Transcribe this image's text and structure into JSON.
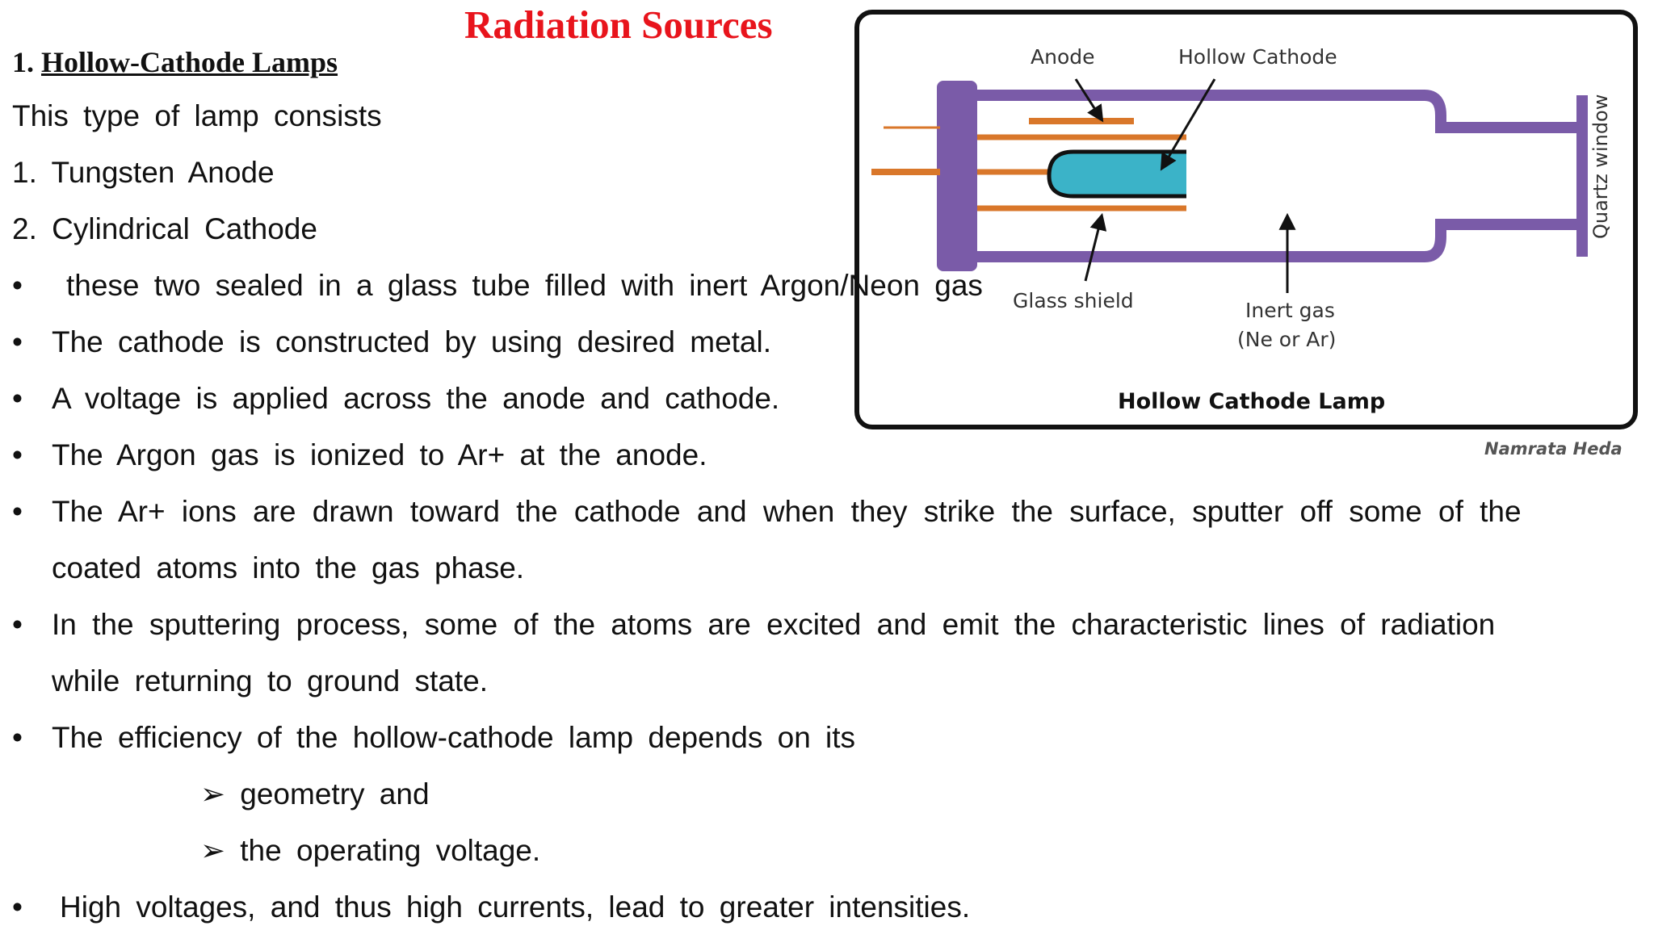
{
  "slide": {
    "title": "Radiation Sources",
    "heading_number": "1.",
    "heading_text": "Hollow-Cathode Lamps",
    "intro": "This type of lamp consists",
    "numbered": [
      "1.  Tungsten  Anode",
      "2.  Cylindrical  Cathode"
    ],
    "bullets": [
      "these two sealed in a glass tube filled with inert Argon/Neon gas",
      "The cathode is constructed by using desired metal.",
      "A voltage is applied across the anode and cathode.",
      "The Argon gas is ionized to Ar+ at the anode.",
      "The Ar+ ions are drawn toward the cathode and when they strike the surface, sputter off some of the",
      "coated atoms into the gas phase.",
      "In the sputtering process, some of the atoms are excited and emit the characteristic lines of radiation",
      "while returning to ground state.",
      "The efficiency of the hollow-cathode lamp depends on its",
      "High voltages, and thus high currents, lead to greater intensities."
    ],
    "sub_items": [
      "➢ geometry and",
      "➢ the operating voltage."
    ],
    "bullet_symbol": "•"
  },
  "diagram": {
    "labels": {
      "anode": "Anode",
      "hollow_cathode": "Hollow Cathode",
      "glass_shield": "Glass shield",
      "inert_gas_1": "Inert gas",
      "inert_gas_2": "(Ne or Ar)",
      "quartz_window": "Quartz window",
      "caption": "Hollow Cathode Lamp"
    },
    "credit": "Namrata Heda",
    "colors": {
      "tube": "#7a5ba8",
      "electrode": "#d9772a",
      "cathode_fill": "#3bb3c8"
    }
  }
}
